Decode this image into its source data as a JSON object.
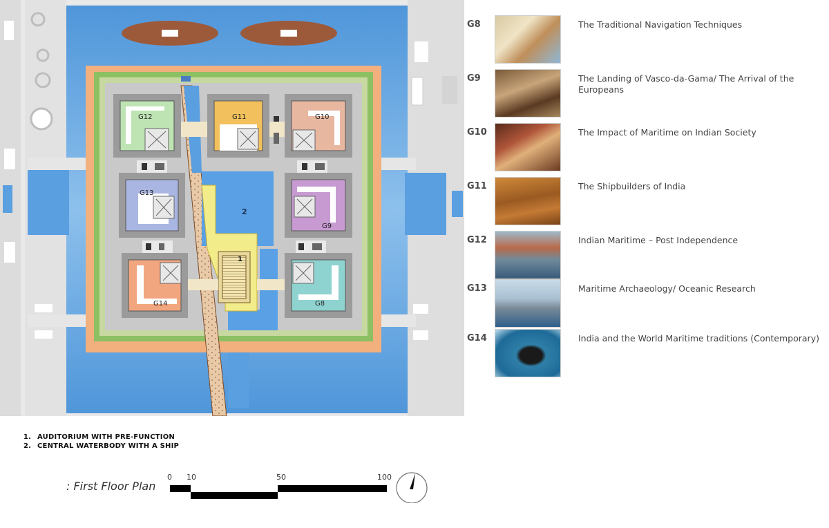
{
  "plan": {
    "gallery_labels": [
      "G12",
      "G11",
      "G10",
      "G13",
      "G9",
      "G14",
      "G8"
    ],
    "zone_labels": [
      "2",
      "1"
    ]
  },
  "legend": [
    {
      "code": "G8",
      "text": "The Traditional Navigation Techniques",
      "thumb": "navigation-instruments-illustration"
    },
    {
      "code": "G9",
      "text": "The Landing of Vasco-da-Gama/ The Arrival of the Europeans",
      "thumb": "vasco-da-gama-painting"
    },
    {
      "code": "G10",
      "text": "The Impact of Maritime on Indian Society",
      "thumb": "indian-society-painting"
    },
    {
      "code": "G11",
      "text": "The Shipbuilders of India",
      "thumb": "wooden-ship-hull-photo"
    },
    {
      "code": "G12",
      "text": "Indian Maritime – Post Independence",
      "thumb": "naval-dockyard-photo"
    },
    {
      "code": "G13",
      "text": "Maritime Archaeology/ Oceanic Research",
      "thumb": "warship-photo"
    },
    {
      "code": "G14",
      "text": "India and the World Maritime traditions (Contemporary)",
      "thumb": "submarine-photo"
    }
  ],
  "notes": [
    {
      "num": "1.",
      "text": "AUDITORIUM WITH PRE-FUNCTION"
    },
    {
      "num": "2.",
      "text": "CENTRAL WATERBODY WITH A SHIP"
    }
  ],
  "caption": ": First Floor Plan",
  "scale": {
    "ticks": [
      "0",
      "10",
      "50",
      "100"
    ]
  },
  "colors": {
    "water": "#6aa8df",
    "orange_border": "#f1b07e",
    "green_border": "#8cc063",
    "plaza": "#c9c9c9",
    "G12": "#bfe4b4",
    "G11": "#f2c05c",
    "G10": "#e8b7a0",
    "G13": "#aab6e2",
    "G9": "#c79ad2",
    "G14": "#f2a67f",
    "G8": "#8fd3d0"
  }
}
